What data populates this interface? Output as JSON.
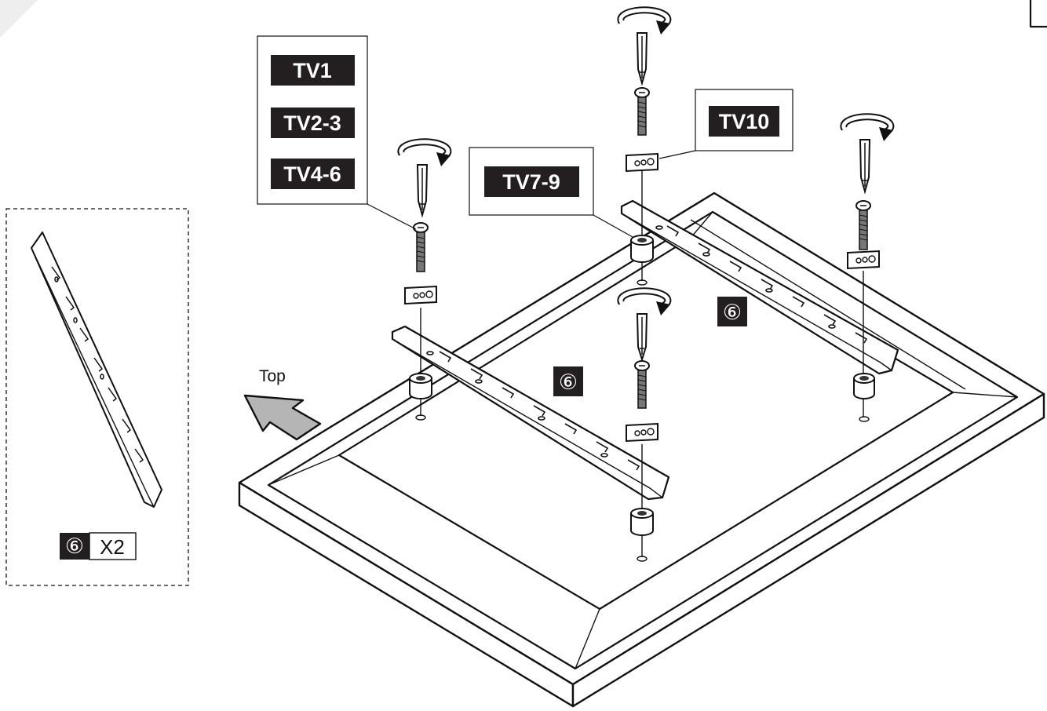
{
  "callouts": {
    "group_left": [
      "TV1",
      "TV2-3",
      "TV4-6"
    ],
    "middle": "TV7-9",
    "top_right": "TV10"
  },
  "part_markers": {
    "rail_front": "⑥",
    "rail_back": "⑥"
  },
  "parts_inset": {
    "part_number": "⑥",
    "quantity": "X2"
  },
  "direction": {
    "label": "Top"
  },
  "colors": {
    "line": "#111111",
    "label_bg": "#231f20",
    "label_text": "#ffffff",
    "arrow_fill": "#b5b5b5",
    "corner_tab": "#eeeeee"
  },
  "icons": [
    "screwdriver-icon",
    "rotate-clockwise-icon",
    "screw-icon",
    "spacer-plate-icon",
    "spacer-icon",
    "mounting-rail-icon",
    "direction-arrow-icon"
  ]
}
